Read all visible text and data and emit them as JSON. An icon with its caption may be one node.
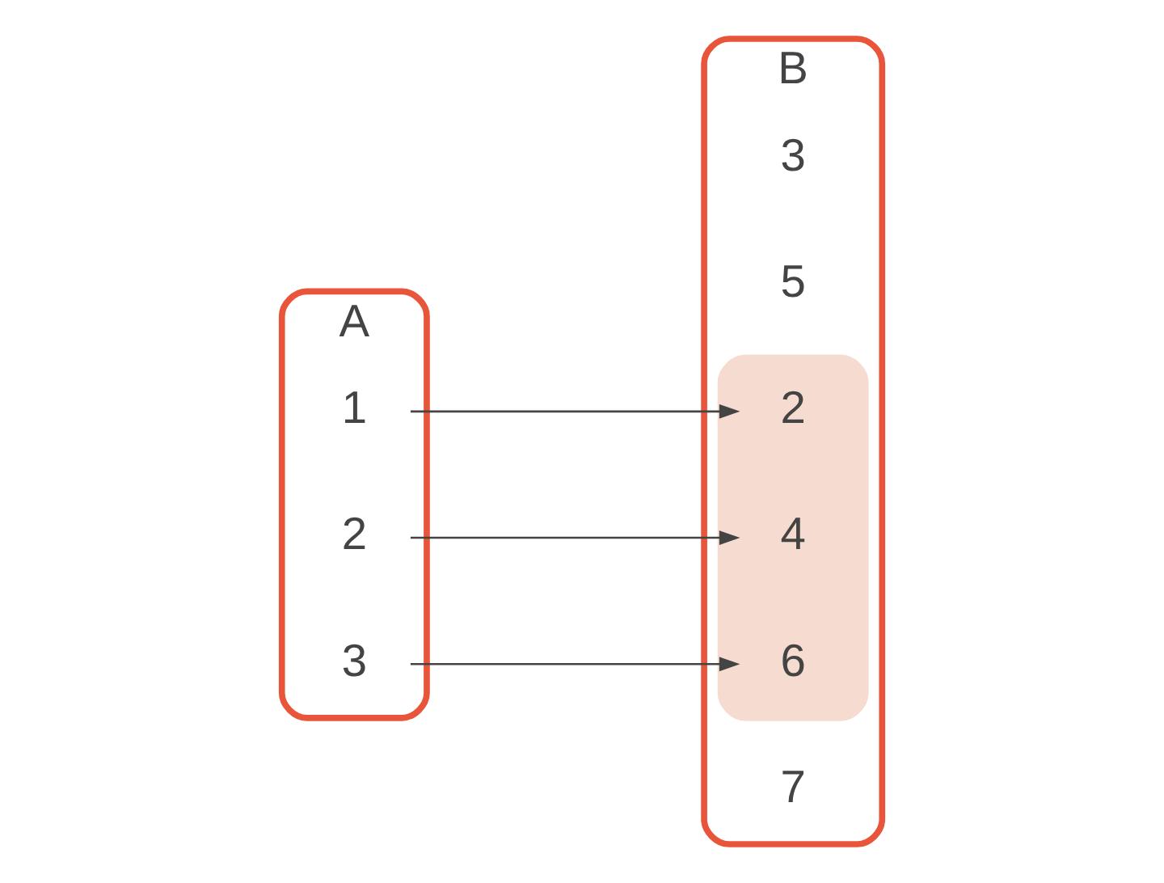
{
  "diagram": {
    "nodes": [
      {
        "text": [
          "A"
        ]
      },
      {
        "text": [
          "1"
        ],
        "in": 0
      },
      {
        "text": [
          "2"
        ],
        "in": 0
      },
      {
        "text": [
          "3"
        ],
        "in": 0
      },
      {
        "text": [
          "B"
        ]
      },
      {
        "text": [
          "3"
        ],
        "in": 4
      },
      {
        "text": [],
        "shape": "ellipse",
        "in": 4
      },
      {
        "text": [
          "2"
        ],
        "in": 6
      },
      {
        "text": [
          "4"
        ],
        "in": 6
      },
      {
        "text": [
          "5"
        ],
        "in": 4
      },
      {
        "text": [
          "6"
        ],
        "in": 6
      },
      {
        "text": [
          "7"
        ],
        "in": 4
      }
    ],
    "edges": [
      {
        "from": 1,
        "to": 7,
        "arrow": "to"
      },
      {
        "from": 2,
        "to": 8,
        "arrow": "to"
      },
      {
        "from": 3,
        "to": 10,
        "arrow": "to"
      }
    ]
  }
}
